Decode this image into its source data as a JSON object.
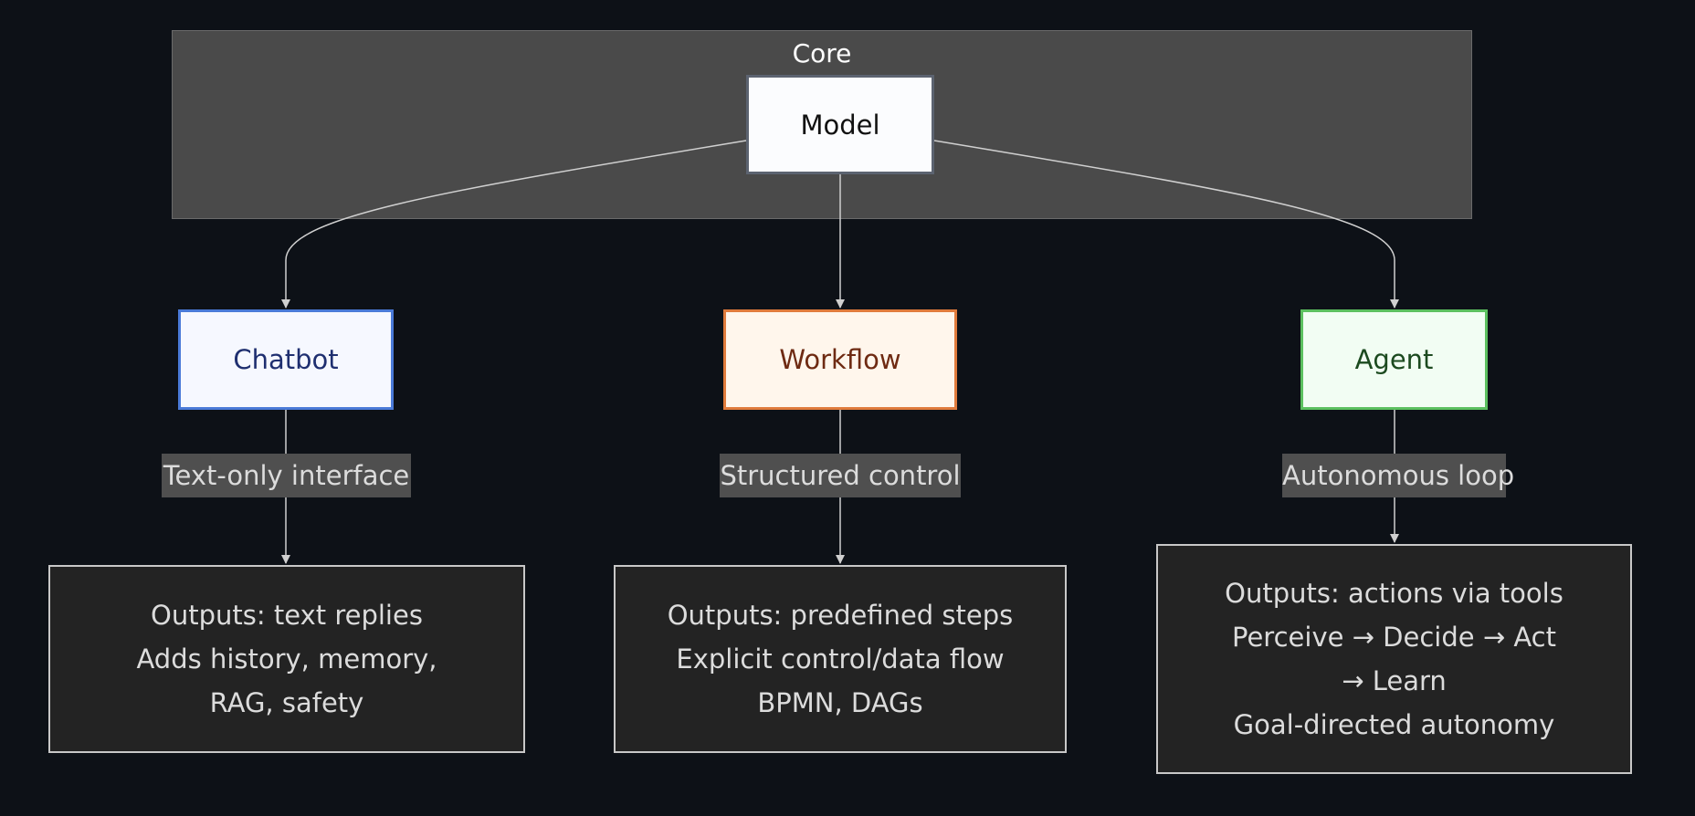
{
  "core": {
    "title": "Core",
    "model": "Model"
  },
  "branches": [
    {
      "node": "Chatbot",
      "edge_label": "Text-only interface",
      "details": [
        "Outputs: text replies",
        "Adds history, memory,",
        "RAG, safety"
      ]
    },
    {
      "node": "Workflow",
      "edge_label": "Structured control",
      "details": [
        "Outputs: predefined steps",
        "Explicit control/data flow",
        "BPMN, DAGs"
      ]
    },
    {
      "node": "Agent",
      "edge_label": "Autonomous loop",
      "details": [
        "Outputs: actions via tools",
        "Perceive → Decide → Act",
        "→ Learn",
        "Goal-directed autonomy"
      ]
    }
  ],
  "colors": {
    "background": "#0d1117",
    "cluster_fill": "#4a4a4a",
    "chatbot_border": "#4a7ad8",
    "workflow_border": "#e07b3c",
    "agent_border": "#5cc05f",
    "edge": "#d0d0d0"
  }
}
